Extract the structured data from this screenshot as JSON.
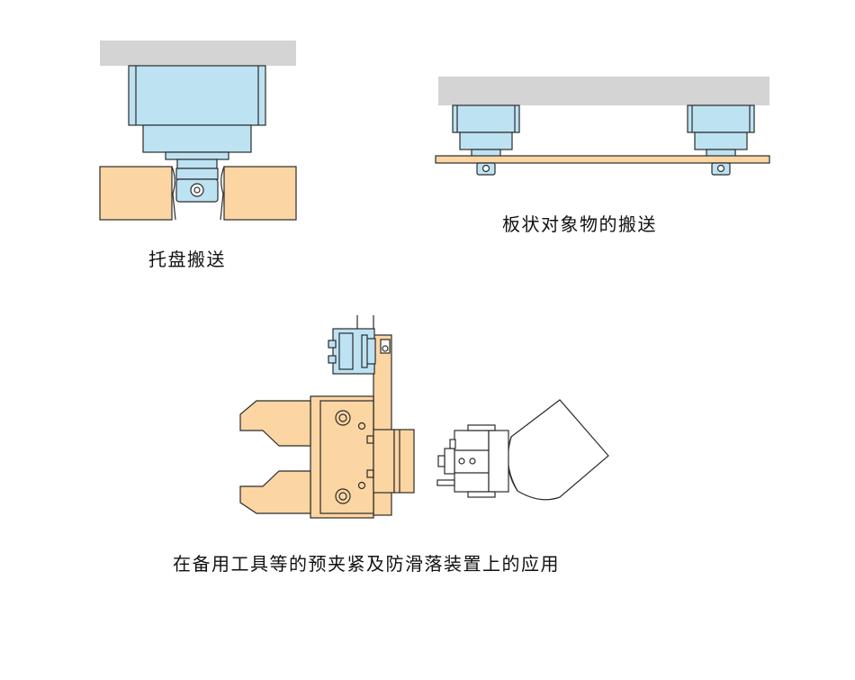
{
  "captions": {
    "pallet": "托盘搬送",
    "plate": "板状对象物的搬送",
    "tool": "在备用工具等的预夹紧及防滑落装置上的应用"
  },
  "colors": {
    "base": "#d4d4d4",
    "clamp": "#bde3f3",
    "wood": "#fbd5a2",
    "outline": "#2b2b2b",
    "white": "#ffffff"
  }
}
